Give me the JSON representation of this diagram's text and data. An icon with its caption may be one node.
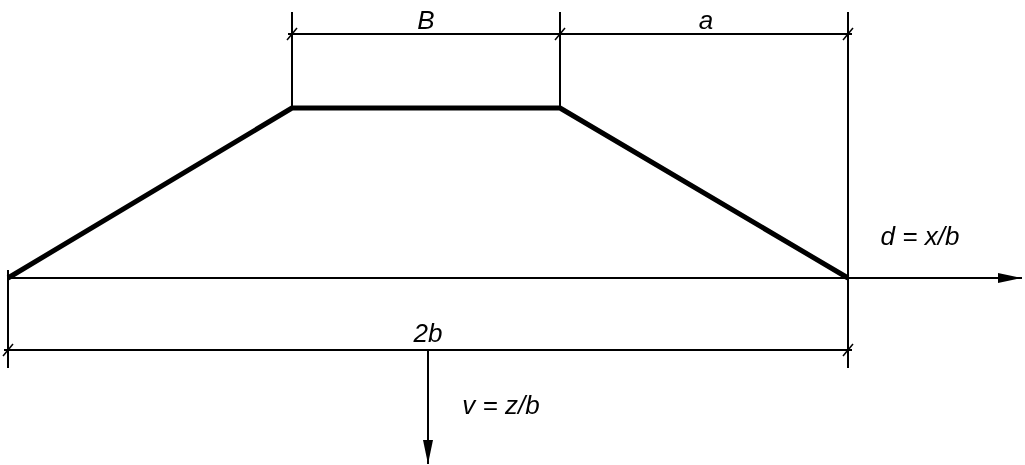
{
  "diagram": {
    "labels": [
      "B",
      "a",
      "d = x/b",
      "2b",
      "v = z/b"
    ]
  }
}
